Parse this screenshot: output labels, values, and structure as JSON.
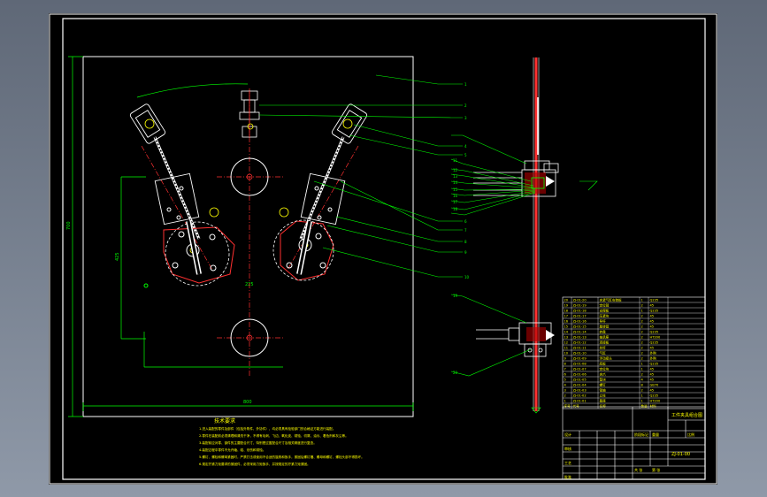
{
  "drawing": {
    "number": "ZJ-01-00",
    "title_cn": "工件夹具组合图",
    "tech_title": "技术要求",
    "tech_requirements": [
      "1.进入装配的零件及部件（包括外购件、外协件），均必须具有检验部门的合格证方能进行装配。",
      "2.零件在装配前必须清理和清洗干净，不得有毛刺、飞边、氧化皮、锈蚀、切屑、油污、着色剂和灰尘等。",
      "3.装配前应对零、部件的主要配合尺寸，特别是过盈配合尺寸及相关精度进行复查。",
      "4.装配过程中零件不允许磕、碰、划伤和锈蚀。",
      "5.螺钉、螺栓和螺母紧固时，严禁打击或使用不合适的旋具和扳手，紧固后螺钉槽、螺母和螺钉、螺栓头部不得损坏。",
      "6.规定拧紧力矩要求的紧固件，必须采用力矩扳手，并按规定的拧紧力矩紧固。"
    ],
    "dims": {
      "left_height": "700",
      "inner_height": "425",
      "center_label": "225",
      "bottom_width": "800"
    },
    "balloons": [
      "1",
      "2",
      "3",
      "4",
      "5",
      "6",
      "7",
      "8",
      "9",
      "10",
      "11",
      "12",
      "13",
      "14",
      "15",
      "16",
      "17",
      "18",
      "19",
      "20"
    ],
    "bom_rows": [
      {
        "no": "20",
        "code": "ZJ-01-20",
        "name": "夹紧气缸安装板",
        "qty": "1",
        "mat": "Q235"
      },
      {
        "no": "19",
        "code": "ZJ-01-19",
        "name": "定位销",
        "qty": "2",
        "mat": "45"
      },
      {
        "no": "18",
        "code": "ZJ-01-18",
        "name": "支撑板",
        "qty": "1",
        "mat": "Q235"
      },
      {
        "no": "17",
        "code": "ZJ-01-17",
        "name": "压紧块",
        "qty": "2",
        "mat": "45"
      },
      {
        "no": "16",
        "code": "ZJ-01-16",
        "name": "导杆",
        "qty": "2",
        "mat": "45"
      },
      {
        "no": "15",
        "code": "ZJ-01-15",
        "name": "旋转臂",
        "qty": "2",
        "mat": "45"
      },
      {
        "no": "14",
        "code": "ZJ-01-14",
        "name": "转盘",
        "qty": "2",
        "mat": "Q235"
      },
      {
        "no": "13",
        "code": "ZJ-01-13",
        "name": "轴承座",
        "qty": "2",
        "mat": "HT200"
      },
      {
        "no": "12",
        "code": "ZJ-01-12",
        "name": "连接板",
        "qty": "2",
        "mat": "Q235"
      },
      {
        "no": "11",
        "code": "ZJ-01-11",
        "name": "丝杆",
        "qty": "2",
        "mat": "45"
      },
      {
        "no": "10",
        "code": "ZJ-01-10",
        "name": "气缸",
        "qty": "2",
        "mat": "外购"
      },
      {
        "no": "9",
        "code": "ZJ-01-09",
        "name": "浮动接头",
        "qty": "2",
        "mat": "外购"
      },
      {
        "no": "8",
        "code": "ZJ-01-08",
        "name": "底板",
        "qty": "1",
        "mat": "Q235"
      },
      {
        "no": "7",
        "code": "ZJ-01-07",
        "name": "定位块",
        "qty": "1",
        "mat": "45"
      },
      {
        "no": "6",
        "code": "ZJ-01-06",
        "name": "夹爪",
        "qty": "2",
        "mat": "45"
      },
      {
        "no": "5",
        "code": "ZJ-01-05",
        "name": "垫块",
        "qty": "4",
        "mat": "45"
      },
      {
        "no": "4",
        "code": "ZJ-01-04",
        "name": "螺钉",
        "qty": "8",
        "mat": "GB70"
      },
      {
        "no": "3",
        "code": "ZJ-01-03",
        "name": "销轴",
        "qty": "2",
        "mat": "45"
      },
      {
        "no": "2",
        "code": "ZJ-01-02",
        "name": "立柱",
        "qty": "1",
        "mat": "Q235"
      },
      {
        "no": "1",
        "code": "ZJ-01-01",
        "name": "基座",
        "qty": "1",
        "mat": "HT200"
      }
    ],
    "bom_header": {
      "no": "序号",
      "code": "代号",
      "name": "名称",
      "qty": "数量",
      "mat": "材料"
    },
    "title_block": {
      "design": "设计",
      "check": "审核",
      "process": "工艺",
      "approve": "批准",
      "stage": "阶段标记",
      "weight": "重量",
      "scale": "比例",
      "sheet_total": "共 张",
      "sheet_no": "第 张"
    }
  }
}
